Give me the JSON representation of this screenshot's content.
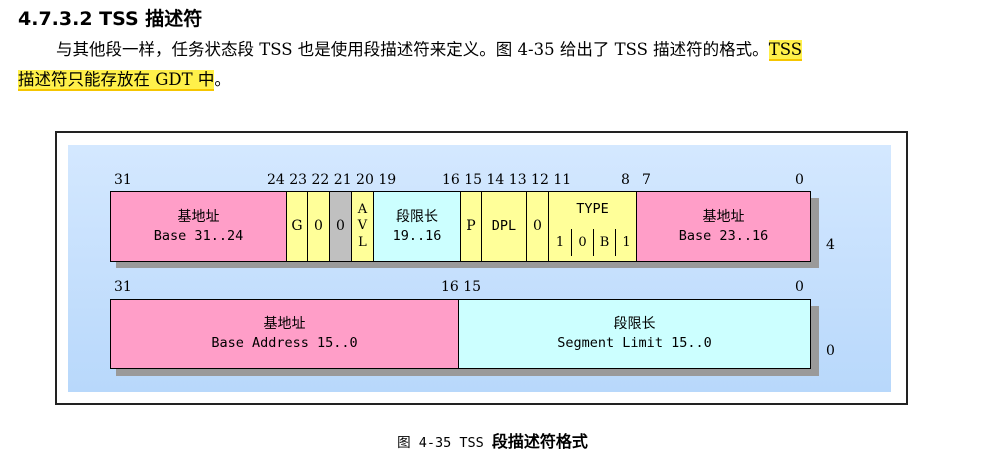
{
  "heading": "4.7.3.2 TSS 描述符",
  "paragraph": {
    "line1": "与其他段一样，任务状态段 TSS 也是使用段描述符来定义。图 4-35 给出了 TSS 描述符的格式。",
    "highlight_line1": "TSS",
    "highlight_line2": "描述符只能存放在 GDT 中",
    "line2_tail": "。"
  },
  "diagram": {
    "upper": {
      "bit_labels": [
        "31",
        "24 23 22 21 20 19",
        "16 15 14 13 12 11",
        "8",
        "7",
        "0"
      ],
      "offset": "4",
      "base_high": {
        "cn": "基地址",
        "en": "Base 31..24"
      },
      "g": "G",
      "zero1": "0",
      "zero2": "0",
      "avl": [
        "A",
        "V",
        "L"
      ],
      "limit_high": {
        "cn": "段限长",
        "en": "19..16"
      },
      "p": "P",
      "dpl": "DPL",
      "zero3": "0",
      "type_title": "TYPE",
      "type_bits": [
        "1",
        "0",
        "B",
        "1"
      ],
      "base_mid": {
        "cn": "基地址",
        "en": "Base 23..16"
      }
    },
    "lower": {
      "bit_labels": [
        "31",
        "16 15",
        "0"
      ],
      "offset": "0",
      "base_low": {
        "cn": "基地址",
        "en": "Base Address 15..0"
      },
      "limit_low": {
        "cn": "段限长",
        "en": "Segment Limit 15..0"
      }
    }
  },
  "caption": {
    "prefix": "图 4-35 TSS ",
    "title": "段描述符格式"
  }
}
